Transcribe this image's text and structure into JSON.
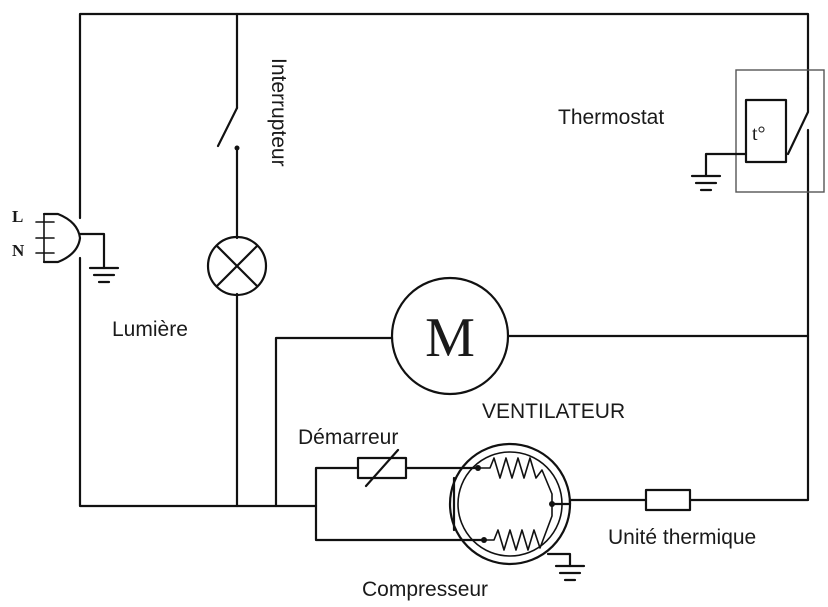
{
  "labels": {
    "thermostat": "Thermostat",
    "thermostat_symbol": "t°",
    "interrupteur": "Interrupteur",
    "lumiere": "Lumière",
    "motor_symbol": "M",
    "ventilateur": "VENTILATEUR",
    "demarreur": "Démarreur",
    "unite_thermique": "Unité thermique",
    "compresseur": "Compresseur",
    "plug_l": "L",
    "plug_n": "N"
  }
}
